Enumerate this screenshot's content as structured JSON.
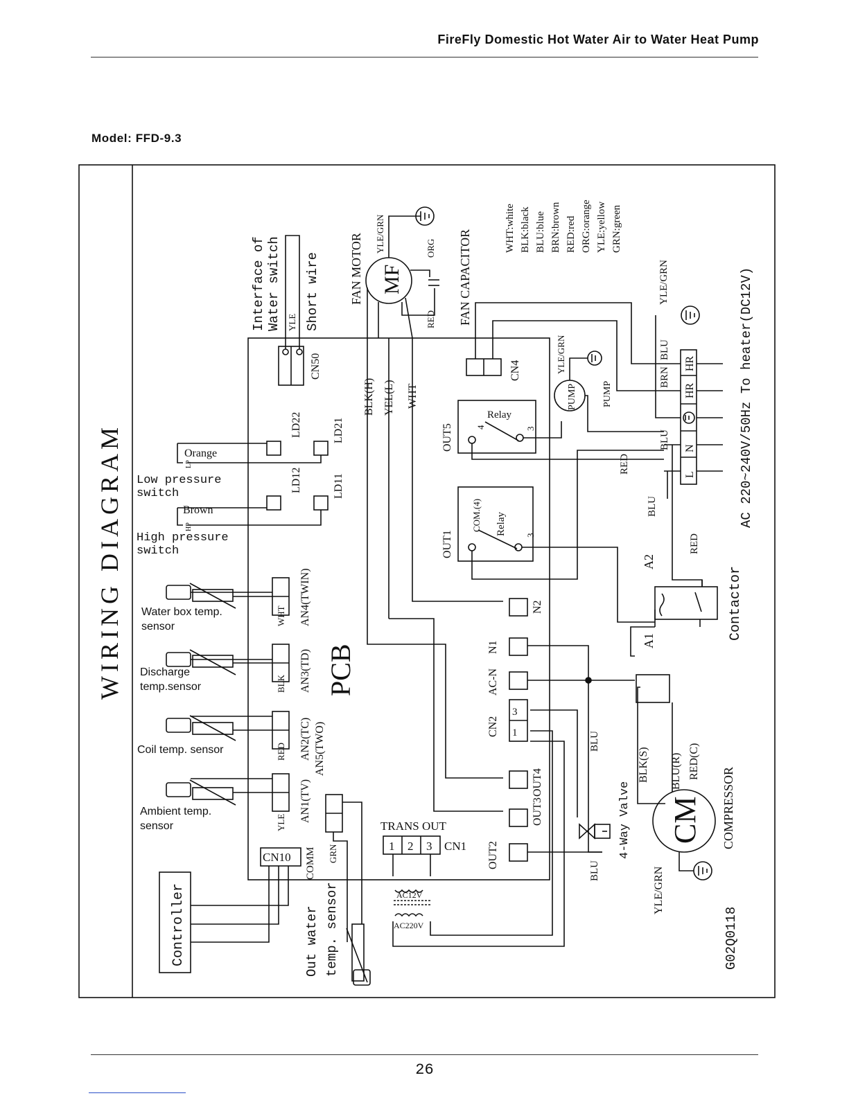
{
  "header": {
    "title": "FireFly Domestic Hot Water Air to Water Heat Pump"
  },
  "model_label": "Model: FFD-9.3",
  "page_number": "26",
  "diagram": {
    "title": "WIRING DIAGRAM",
    "pcb": "PCB",
    "controller": "Controller",
    "comm": "COMM",
    "cn10": "CN10",
    "water_switch": {
      "line1": "Interface of",
      "line2": "Water switch",
      "wire_label": "Short wire",
      "color": "YLE",
      "connector": "CN50"
    },
    "fan": {
      "label": "FAN MOTOR",
      "symbol": "MF",
      "ground_wire": "YLE/GRN",
      "capacitor_label": "FAN CAPACITOR",
      "orange": "ORG",
      "red": "RED",
      "wires": [
        "BLK(H)",
        "YEL(L)",
        "WHT"
      ]
    },
    "legend": [
      "WHT:white",
      "BLK:black",
      "BLU:blue",
      "BRN:brown",
      "RED:red",
      "ORG:orange",
      "YLE:yellow",
      "GRN:green"
    ],
    "low_pressure": {
      "label1": "Low pressure",
      "label2": "switch",
      "wire": "Orange",
      "tag": "LP",
      "connectors": [
        "LD22",
        "LD21"
      ]
    },
    "high_pressure": {
      "label1": "High pressure",
      "label2": "switch",
      "wire": "Brown",
      "tag": "HP",
      "connectors": [
        "LD12",
        "LD11"
      ]
    },
    "sensors": [
      {
        "name1": "Water box  temp.",
        "name2": "sensor",
        "color": "WHT",
        "port": "AN4(TWIN)"
      },
      {
        "name1": "Discharge",
        "name2": "temp.sensor",
        "color": "BLK",
        "port": "AN3(TD)"
      },
      {
        "name1": "Coil temp. sensor",
        "name2": "",
        "color": "RED",
        "port": "AN2(TC)"
      },
      {
        "name1": "Ambient temp.",
        "name2": "sensor",
        "color": "YLE",
        "port": "AN1(TV)"
      }
    ],
    "an5": {
      "port": "AN5(TWO)",
      "color": "GRN"
    },
    "out_water": {
      "line1": "Out water",
      "line2": "temp. sensor"
    },
    "trans": {
      "label": "TRANS  OUT",
      "connector": "CN1",
      "pins": [
        "1",
        "2",
        "3"
      ],
      "ac_low": "AC12V",
      "ac_high": "AC220V"
    },
    "outputs": {
      "out1": "OUT1",
      "out2": "OUT2",
      "out3": "OUT3",
      "out4": "OUT4",
      "out5": "OUT5",
      "n1": "N1",
      "n2": "N2",
      "acn": "AC-N",
      "cn2": "CN2",
      "cn4": "CN4"
    },
    "relay": {
      "label": "Relay",
      "com": "COM.(4)",
      "pin3": "3",
      "pin4": "4"
    },
    "pump": {
      "label": "PUMP",
      "ground": "YLE/GRN"
    },
    "terminal": {
      "L": "L",
      "N": "N",
      "HR": "HR",
      "BRN": "BRN",
      "BLU": "BLU",
      "ground": "YLE/GRN"
    },
    "supply": "AC 220~240V/50Hz To heater(DC12V)",
    "contactor": {
      "label": "Contactor",
      "a1": "A1",
      "a2": "A2"
    },
    "wire_labels": {
      "red1": "RED",
      "blu1": "BLU",
      "red2": "RED",
      "blu2": "BLU",
      "blu3": "BLU",
      "blu4": "BLU"
    },
    "valve": "4-Way Valve",
    "compressor": {
      "label": "COMPRESSOR",
      "symbol": "CM",
      "s": "BLK(S)",
      "r": "BLU(R)",
      "c": "RED(C)",
      "ground": "YLE/GRN"
    },
    "code": "G02Q0118"
  }
}
